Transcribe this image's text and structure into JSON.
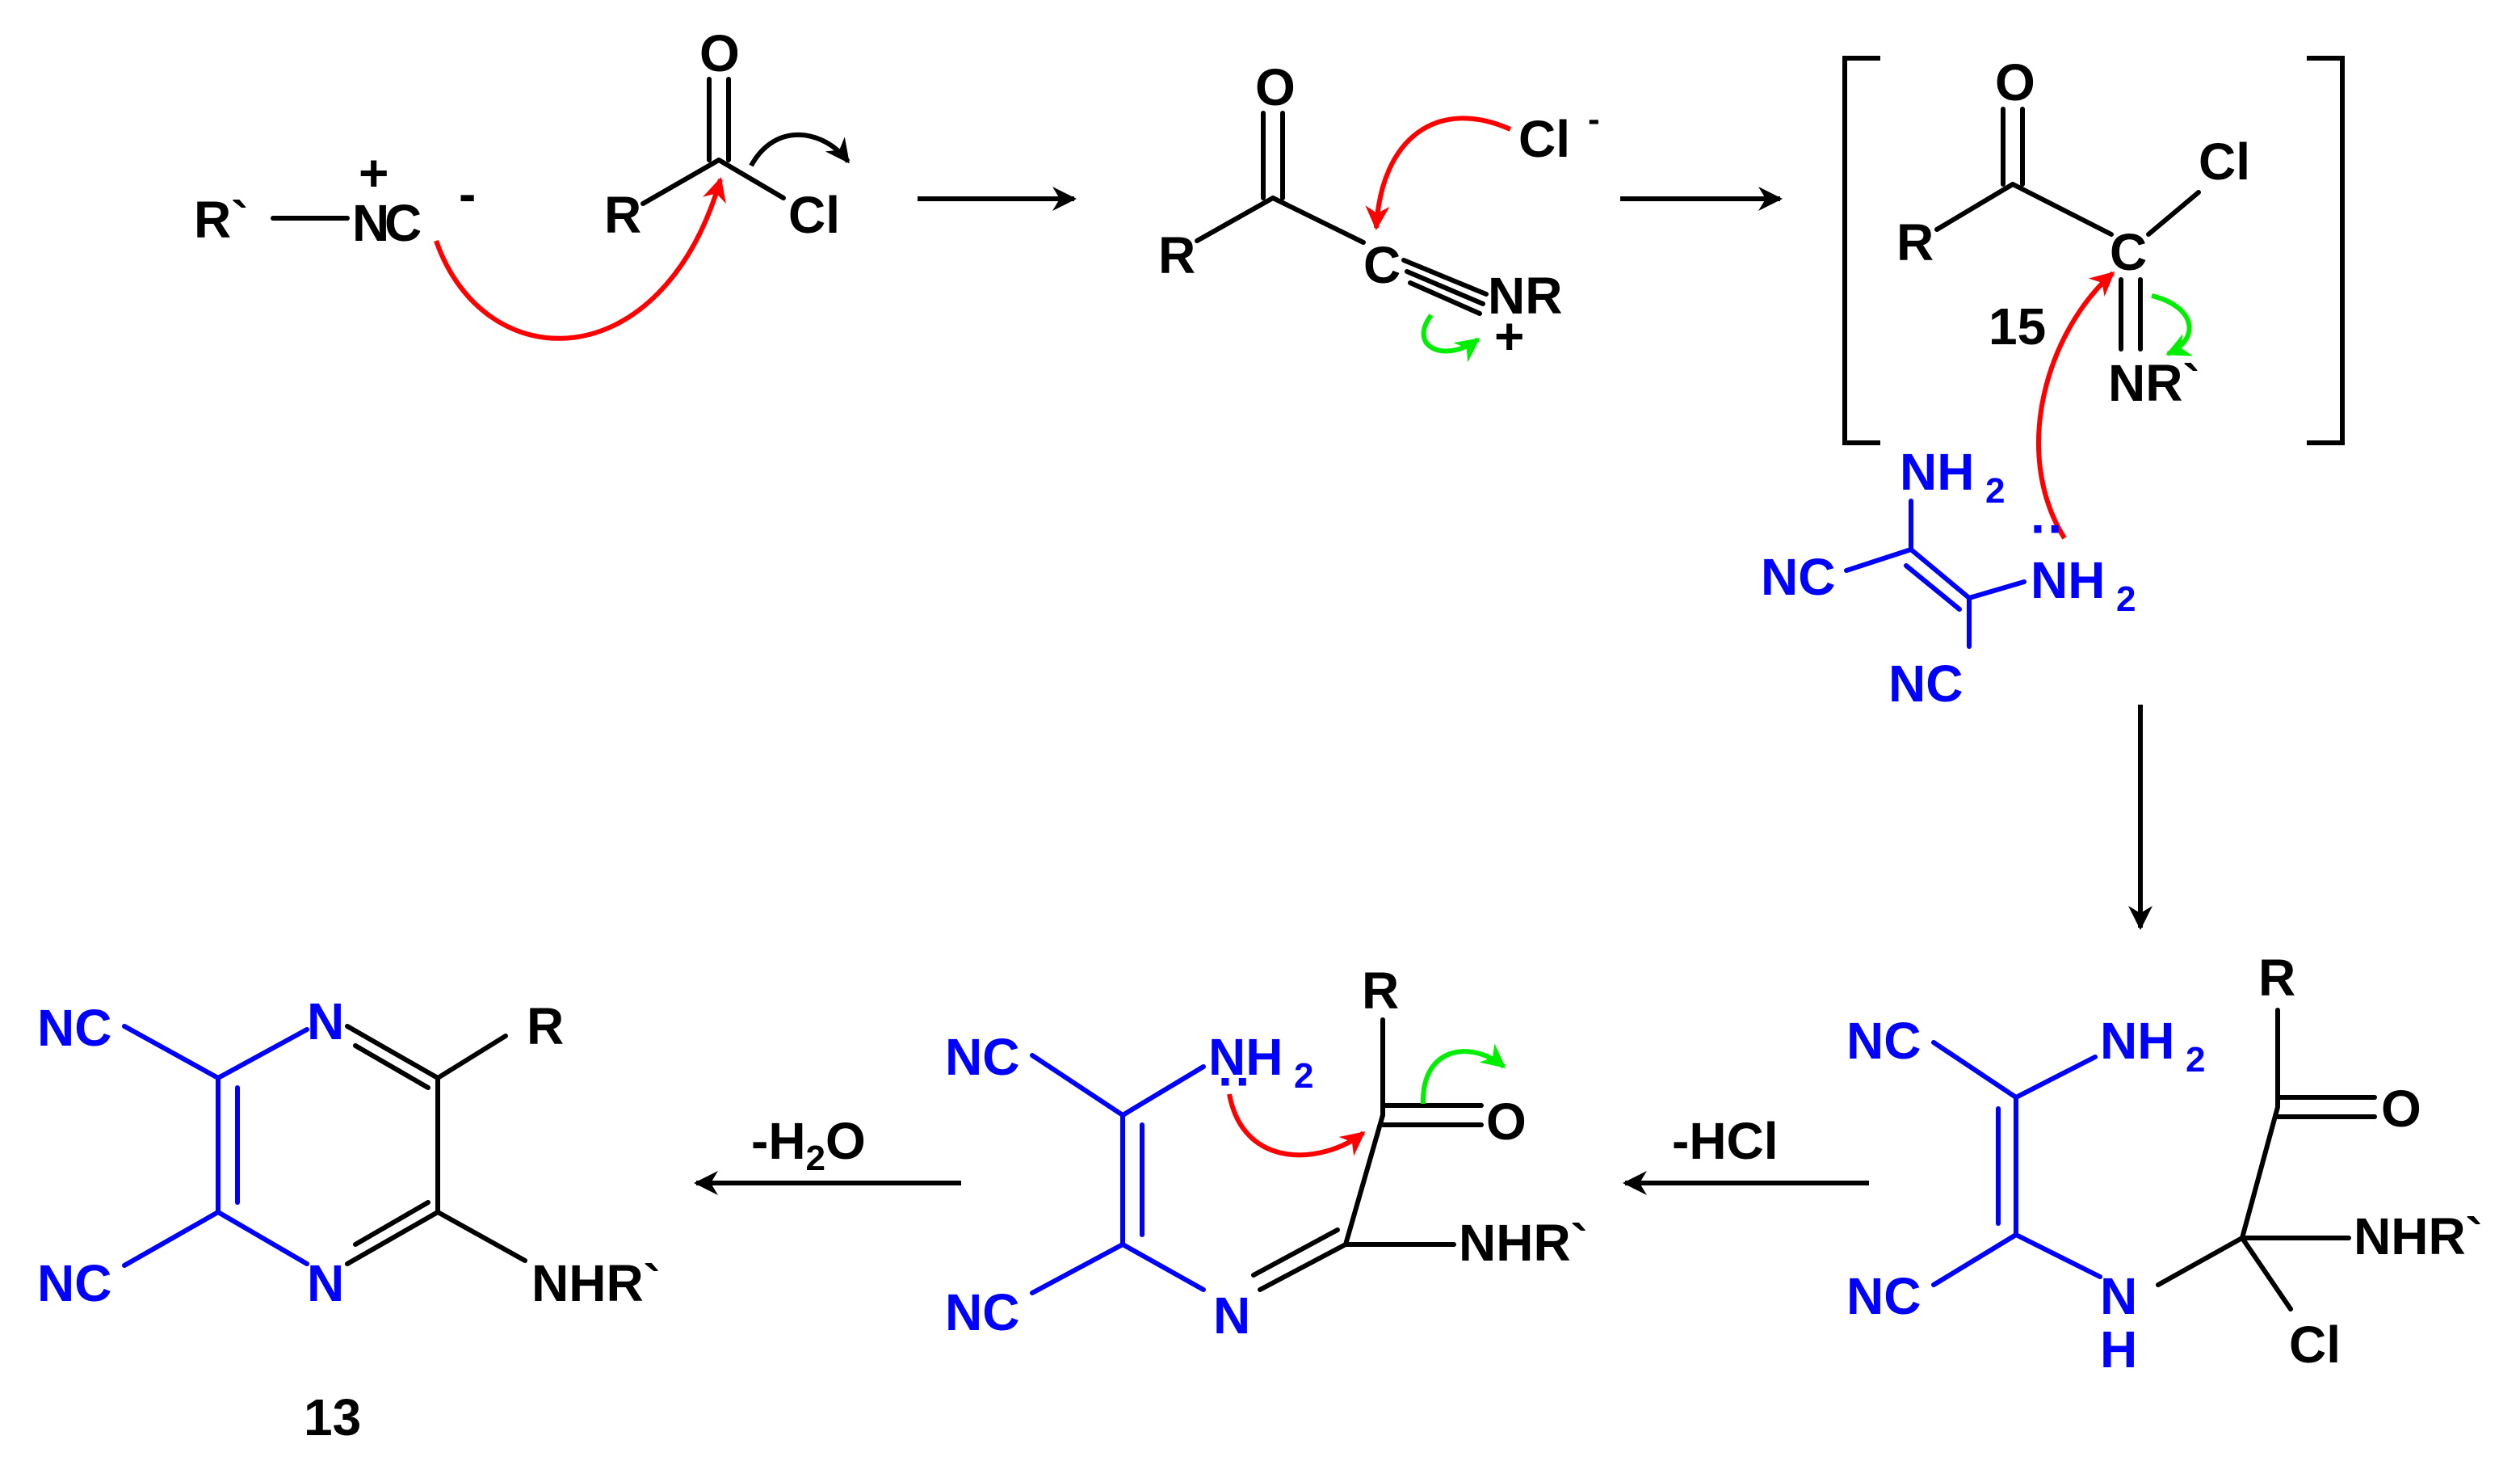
{
  "colors": {
    "reagent_blue": "#0000ff",
    "bond_black": "#000000",
    "arrow_red": "#ff0000",
    "arrow_green": "#00ee00"
  },
  "atoms": {
    "r_prime": "R`",
    "r": "R",
    "n": "N",
    "c": "C",
    "o": "O",
    "cl": "Cl",
    "h": "H",
    "nr": "NR",
    "nr_prime": "NR`",
    "nc": "NC",
    "nh": "NH",
    "nhr_prime": "NHR`",
    "two": "2",
    "plus": "+",
    "minus": "-",
    "lone_pair": "··"
  },
  "compounds": {
    "imidoyl_chloride": "15",
    "product": "13"
  },
  "steps": {
    "loss_hcl": "-HCl",
    "loss_water_prefix": "-H",
    "loss_water_sub": "2",
    "loss_water_suffix": "O"
  }
}
